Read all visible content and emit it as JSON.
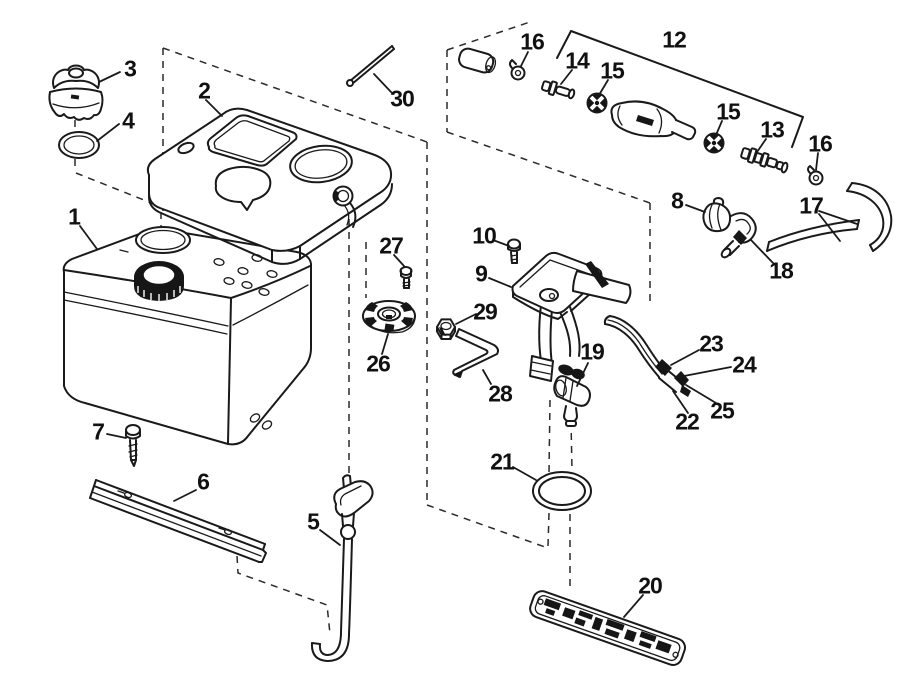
{
  "diagram": {
    "background_color": "#ffffff",
    "line_color": "#1a1a1a",
    "callouts": [
      {
        "label": "1"
      },
      {
        "label": "2"
      },
      {
        "label": "3"
      },
      {
        "label": "4"
      },
      {
        "label": "5"
      },
      {
        "label": "6"
      },
      {
        "label": "7"
      },
      {
        "label": "8"
      },
      {
        "label": "9"
      },
      {
        "label": "10"
      },
      {
        "label": "12"
      },
      {
        "label": "13"
      },
      {
        "label": "14"
      },
      {
        "label": "15"
      },
      {
        "label": "15"
      },
      {
        "label": "16"
      },
      {
        "label": "16"
      },
      {
        "label": "17"
      },
      {
        "label": "18"
      },
      {
        "label": "19"
      },
      {
        "label": "20"
      },
      {
        "label": "21"
      },
      {
        "label": "22"
      },
      {
        "label": "23"
      },
      {
        "label": "24"
      },
      {
        "label": "25"
      },
      {
        "label": "26"
      },
      {
        "label": "27"
      },
      {
        "label": "28"
      },
      {
        "label": "29"
      },
      {
        "label": "30"
      }
    ]
  }
}
